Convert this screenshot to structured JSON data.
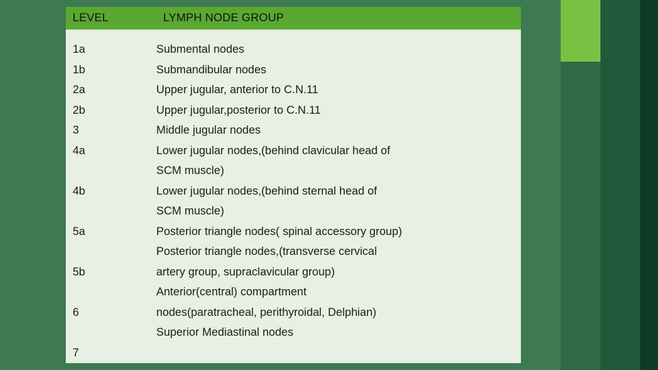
{
  "slide": {
    "table": {
      "headers": {
        "level": "LEVEL",
        "group": "LYMPH NODE GROUP"
      },
      "level_lines": [
        "1a",
        "1b",
        "2a",
        "2b",
        "3",
        "4a",
        "",
        "4b",
        "",
        "5a",
        "",
        "5b",
        "",
        "6",
        "",
        "7"
      ],
      "group_lines": [
        "Submental nodes",
        "Submandibular nodes",
        "Upper jugular, anterior to C.N.11",
        "Upper jugular,posterior to C.N.11",
        "Middle jugular nodes",
        "Lower jugular nodes,(behind clavicular head of",
        "SCM muscle)",
        "Lower jugular nodes,(behind sternal head of",
        "SCM muscle)",
        "Posterior triangle nodes( spinal accessory group)",
        "Posterior triangle nodes,(transverse cervical",
        "artery group, supraclavicular group)",
        "Anterior(central) compartment",
        "nodes(paratracheal, perithyroidal, Delphian)",
        "Superior Mediastinal nodes",
        ""
      ]
    },
    "colors": {
      "header_green": "#5aa832",
      "body_bg": "#e7f0e3",
      "slide_bg": "#3d7a52",
      "accent_green": "#7ac143"
    }
  }
}
